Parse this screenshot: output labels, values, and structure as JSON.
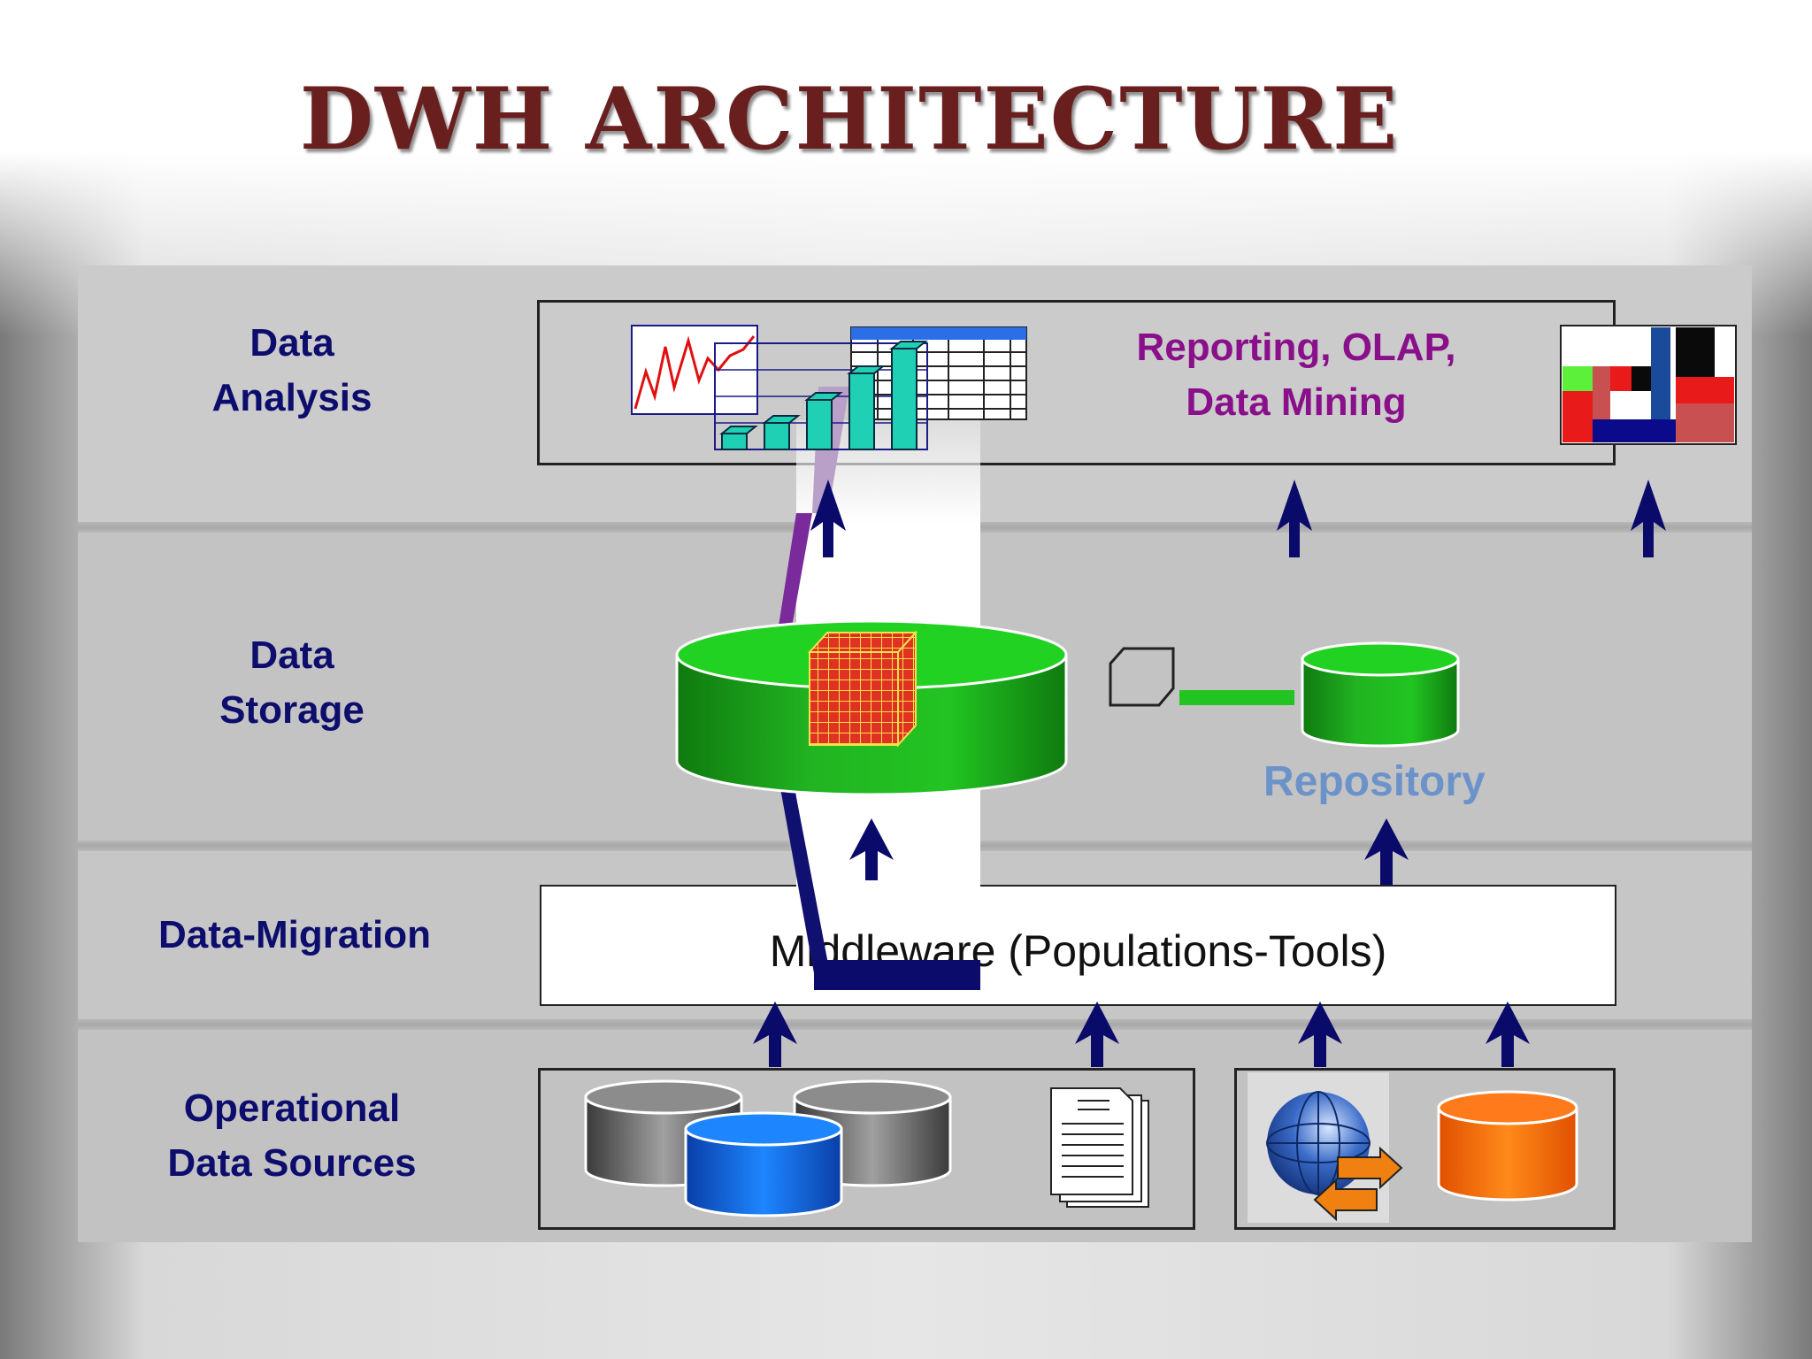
{
  "title": "DWH ARCHITECTURE",
  "layers": {
    "analysis": [
      "Data",
      "Analysis"
    ],
    "storage": [
      "Data",
      "Storage"
    ],
    "migration": "Data-Migration",
    "sources": [
      "Operational",
      "Data Sources"
    ]
  },
  "reporting": [
    "Reporting, OLAP,",
    "Data Mining"
  ],
  "repository": "Repository",
  "middleware": "Middleware (Populations-Tools)",
  "colors": {
    "title": "#6a1f1f",
    "layer_label": "#0d0d6e",
    "reporting": "#8a0f8a",
    "repository": "#6c93c9",
    "arrow": "#0a0a6a",
    "storage_green": "#22b422"
  },
  "icons": [
    "chart-icon",
    "spreadsheet-icon",
    "bar-chart-icon",
    "heatmap-icon",
    "olap-cube-icon",
    "metadata-card-icon",
    "database-icon",
    "document-stack-icon",
    "globe-icon",
    "exchange-arrows-icon"
  ]
}
